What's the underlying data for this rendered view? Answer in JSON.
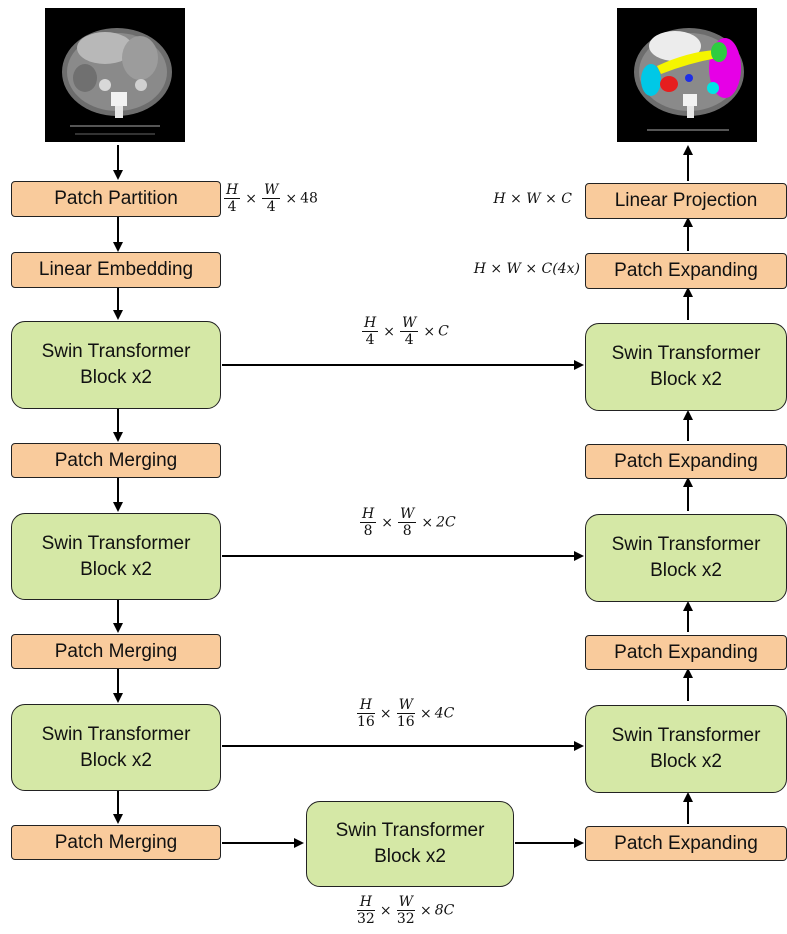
{
  "encoder": {
    "patch_partition": "Patch Partition",
    "linear_embedding": "Linear Embedding",
    "swin1_l1": "Swin Transformer",
    "swin1_l2": "Block x2",
    "merging1": "Patch Merging",
    "swin2_l1": "Swin Transformer",
    "swin2_l2": "Block x2",
    "merging2": "Patch Merging",
    "swin3_l1": "Swin Transformer",
    "swin3_l2": "Block x2",
    "merging3": "Patch Merging"
  },
  "bottleneck": {
    "l1": "Swin Transformer",
    "l2": "Block x2"
  },
  "decoder": {
    "linear_projection": "Linear Projection",
    "expanding4": "Patch Expanding",
    "swin1_l1": "Swin Transformer",
    "swin1_l2": "Block x2",
    "expanding3": "Patch Expanding",
    "swin2_l1": "Swin Transformer",
    "swin2_l2": "Block x2",
    "expanding2": "Patch Expanding",
    "swin3_l1": "Swin Transformer",
    "swin3_l2": "Block x2",
    "expanding1": "Patch Expanding"
  },
  "dims": {
    "partition": {
      "n1": "H",
      "d1": "4",
      "n2": "W",
      "d2": "4",
      "tail": "48"
    },
    "skip1": {
      "n1": "H",
      "d1": "4",
      "n2": "W",
      "d2": "4",
      "tail": "C"
    },
    "skip2": {
      "n1": "H",
      "d1": "8",
      "n2": "W",
      "d2": "8",
      "tail": "2C"
    },
    "skip3": {
      "n1": "H",
      "d1": "16",
      "n2": "W",
      "d2": "16",
      "tail": "4C"
    },
    "bottleneck": {
      "n1": "H",
      "d1": "32",
      "n2": "W",
      "d2": "32",
      "tail": "8C"
    },
    "projection": "H × W × C",
    "expand_top": "H × W × C(4x)"
  },
  "images": {
    "input": "input CT scan",
    "output": "segmentation output"
  },
  "colors": {
    "patch": "#f9cb9c",
    "swin": "#d5e8a6"
  }
}
